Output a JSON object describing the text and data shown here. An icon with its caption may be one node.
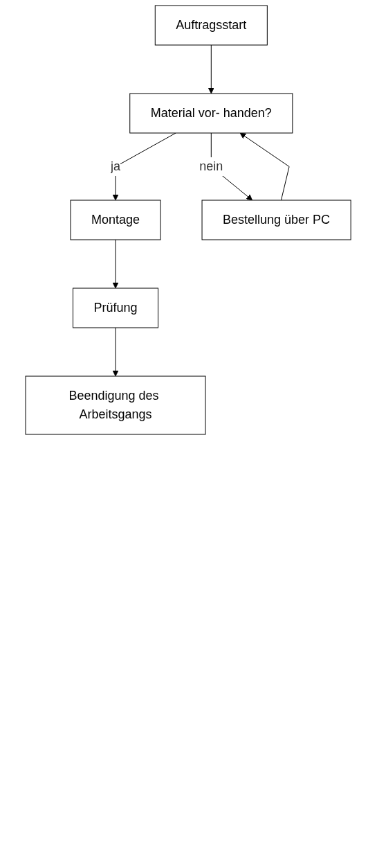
{
  "diagram": {
    "nodes": [
      {
        "text": [
          "Auftragsstart"
        ]
      },
      {
        "text": [
          "Material vor- handen?"
        ]
      },
      {
        "text": [
          "Montage"
        ]
      },
      {
        "text": [
          "Bestellung über PC"
        ]
      },
      {
        "text": [
          "Prüfung"
        ]
      },
      {
        "text": [
          "Beendigung des Arbeitsgangs"
        ]
      }
    ],
    "edges": [
      {
        "from": 0,
        "to": 1,
        "arrow": "to"
      },
      {
        "from": 1,
        "to": 2,
        "label": "ja",
        "arrow": "to"
      },
      {
        "from": 1,
        "to": 3,
        "label": "nein",
        "arrow": "to"
      },
      {
        "from": 3,
        "to": 1,
        "arrow": "to"
      },
      {
        "from": 2,
        "to": 4,
        "arrow": "to"
      },
      {
        "from": 4,
        "to": 5,
        "arrow": "to"
      }
    ]
  }
}
